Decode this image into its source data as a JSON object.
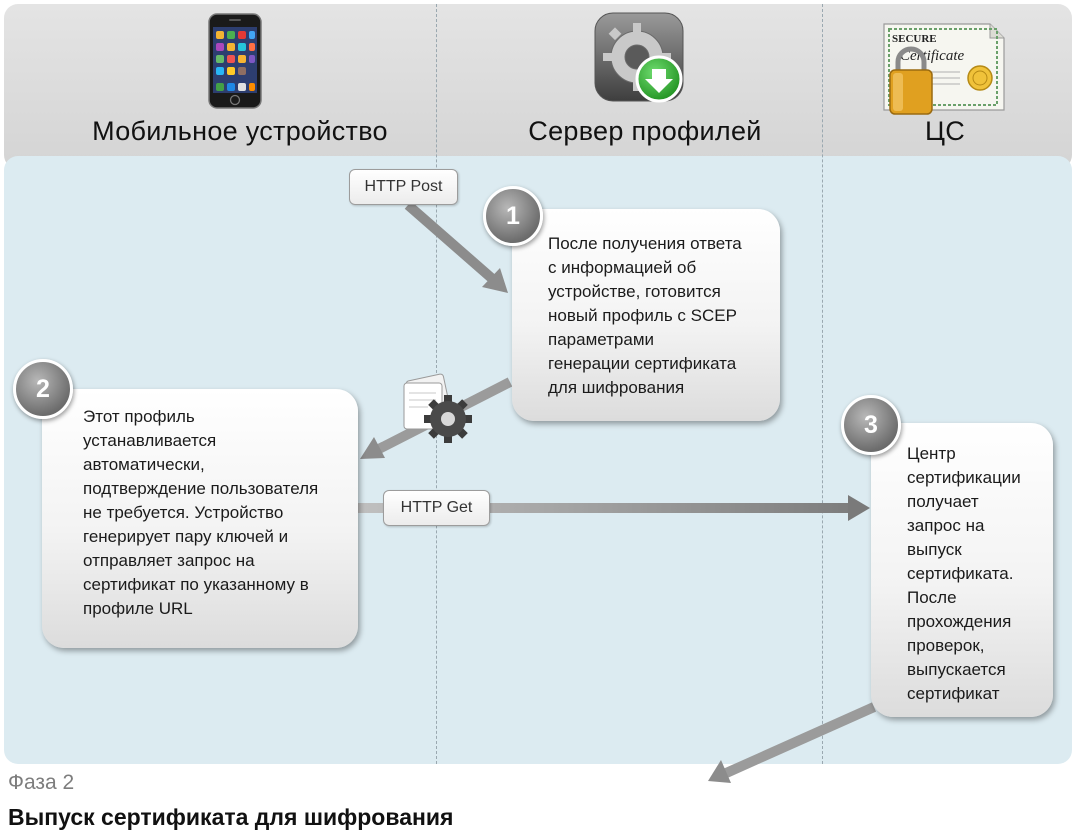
{
  "columns": [
    {
      "title": "Мобильное устройство"
    },
    {
      "title": "Сервер профилей"
    },
    {
      "title": "ЦС"
    }
  ],
  "icons": {
    "phone": "mobile-phone-icon",
    "server": "settings-gear-download-icon",
    "certificate": "secure-certificate-lock-icon",
    "profile": "profile-document-gear-icon",
    "certificate_text_1": "SECURE",
    "certificate_text_2": "Certificate"
  },
  "labels": {
    "http_post": "HTTP Post",
    "http_get": "HTTP Get"
  },
  "steps": [
    {
      "number": "1",
      "text_lines": [
        "После получения ответа",
        "с информацией об",
        "устройстве, готовится",
        "новый профиль с SCEP",
        "параметрами",
        "генерации сертификата",
        "для шифрования"
      ]
    },
    {
      "number": "2",
      "text_lines": [
        "Этот профиль",
        "устанавливается",
        "автоматически,",
        "подтверждение пользователя",
        "не требуется. Устройство",
        "генерирует пару ключей и",
        "отправляет запрос на",
        "сертификат по указанному в",
        "профиле URL"
      ]
    },
    {
      "number": "3",
      "text_lines": [
        "Центр",
        "сертификации",
        "получает",
        "запрос на",
        "выпуск",
        "сертификата.",
        "После",
        "прохождения",
        "проверок,",
        "выпускается",
        "сертификат"
      ]
    }
  ],
  "phase": {
    "label": "Фаза 2",
    "title": "Выпуск сертификата для шифрования"
  },
  "colors": {
    "header_bg": "#d9d9d9",
    "body_bg": "#dcebf1",
    "arrow": "#8c8c8c",
    "badge": "#7a7a7a"
  }
}
